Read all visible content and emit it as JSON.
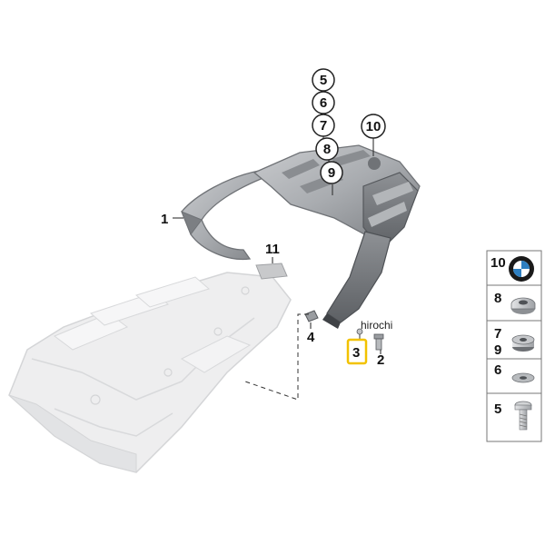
{
  "diagram": {
    "watermark": "hirochi",
    "callouts": {
      "c1": "1",
      "c2": "2",
      "c3": "3",
      "c4": "4",
      "c11": "11"
    },
    "circle_labels": {
      "c5": "5",
      "c6": "6",
      "c7": "7",
      "c8": "8",
      "c9": "9",
      "c10": "10"
    },
    "highlight_color": "#f2c200"
  },
  "legend": {
    "items": [
      {
        "label": "10",
        "icon": "bmw-logo-icon"
      },
      {
        "label": "8",
        "icon": "mounting-grommet-icon"
      },
      {
        "label": "7",
        "label2": "9",
        "icon": "rubber-bushing-icon"
      },
      {
        "label": "6",
        "icon": "washer-icon"
      },
      {
        "label": "5",
        "icon": "hex-bolt-icon"
      }
    ]
  }
}
